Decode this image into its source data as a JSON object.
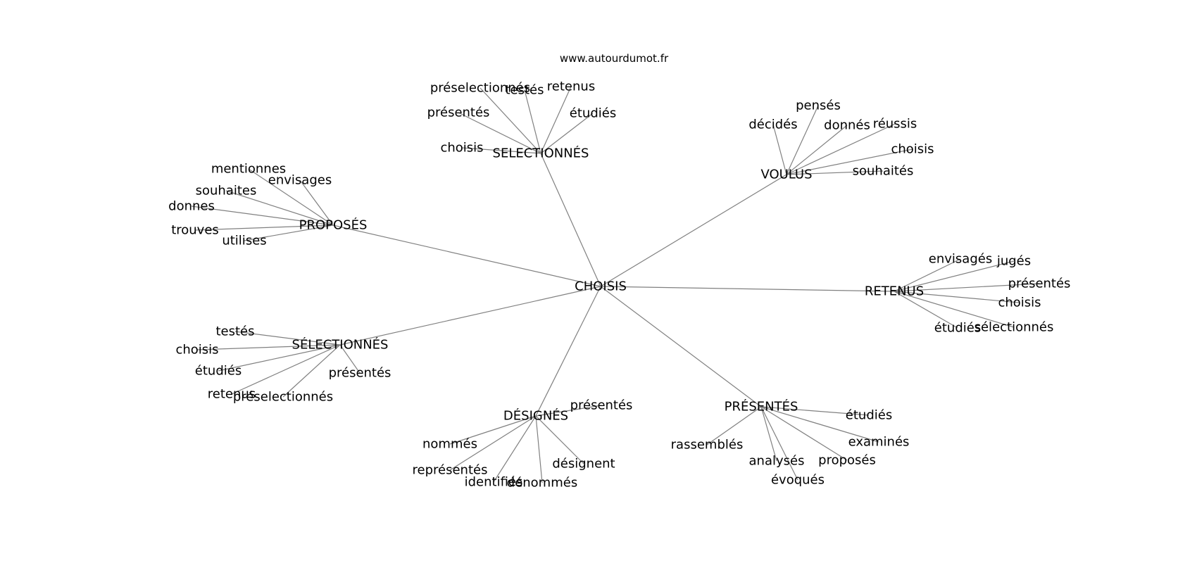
{
  "header": {
    "source": "www.autourdumot.fr"
  },
  "graph": {
    "root": "CHOISIS",
    "hubs": [
      {
        "id": "selectionnes_top",
        "label": "SELECTIONNÉS",
        "leaves": [
          "préselectionnés",
          "testés",
          "retenus",
          "présentés",
          "étudiés",
          "choisis"
        ]
      },
      {
        "id": "voulus",
        "label": "VOULUS",
        "leaves": [
          "pensés",
          "décidés",
          "donnés",
          "réussis",
          "choisis",
          "souhaités"
        ]
      },
      {
        "id": "proposes",
        "label": "PROPOSÉS",
        "leaves": [
          "mentionnes",
          "envisages",
          "souhaites",
          "donnes",
          "trouves",
          "utilises"
        ]
      },
      {
        "id": "retenus",
        "label": "RETENUS",
        "leaves": [
          "envisagés",
          "jugés",
          "présentés",
          "choisis",
          "étudiés",
          "sélectionnés"
        ]
      },
      {
        "id": "selectionnes_left",
        "label": "SÉLECTIONNÉS",
        "leaves": [
          "testés",
          "choisis",
          "étudiés",
          "présentés",
          "retenus",
          "préselectionnés"
        ]
      },
      {
        "id": "designes",
        "label": "DÉSIGNÉS",
        "leaves": [
          "présentés",
          "nommés",
          "désignent",
          "représentés",
          "identifiés",
          "dénommés"
        ]
      },
      {
        "id": "presentes",
        "label": "PRÉSENTÉS",
        "leaves": [
          "étudiés",
          "examinés",
          "rassemblés",
          "analysés",
          "proposés",
          "évoqués"
        ]
      }
    ]
  }
}
